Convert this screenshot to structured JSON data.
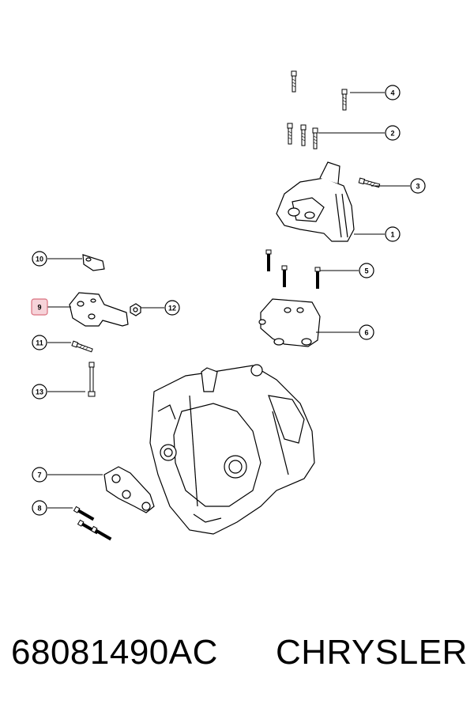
{
  "footer": {
    "part_number": "68081490AC",
    "brand": "CHRYSLER"
  },
  "callouts": [
    {
      "id": "c1",
      "label": "1"
    },
    {
      "id": "c2",
      "label": "2"
    },
    {
      "id": "c3",
      "label": "3"
    },
    {
      "id": "c4",
      "label": "4"
    },
    {
      "id": "c5",
      "label": "5"
    },
    {
      "id": "c6",
      "label": "6"
    },
    {
      "id": "c7",
      "label": "7"
    },
    {
      "id": "c8",
      "label": "8"
    },
    {
      "id": "c9",
      "label": "9",
      "highlighted": true
    },
    {
      "id": "c10",
      "label": "10"
    },
    {
      "id": "c11",
      "label": "11"
    },
    {
      "id": "c12",
      "label": "12"
    },
    {
      "id": "c13",
      "label": "13"
    }
  ],
  "colors": {
    "line": "#000000",
    "highlight_fill": "#f6d3d9",
    "highlight_stroke": "#d9707f"
  }
}
